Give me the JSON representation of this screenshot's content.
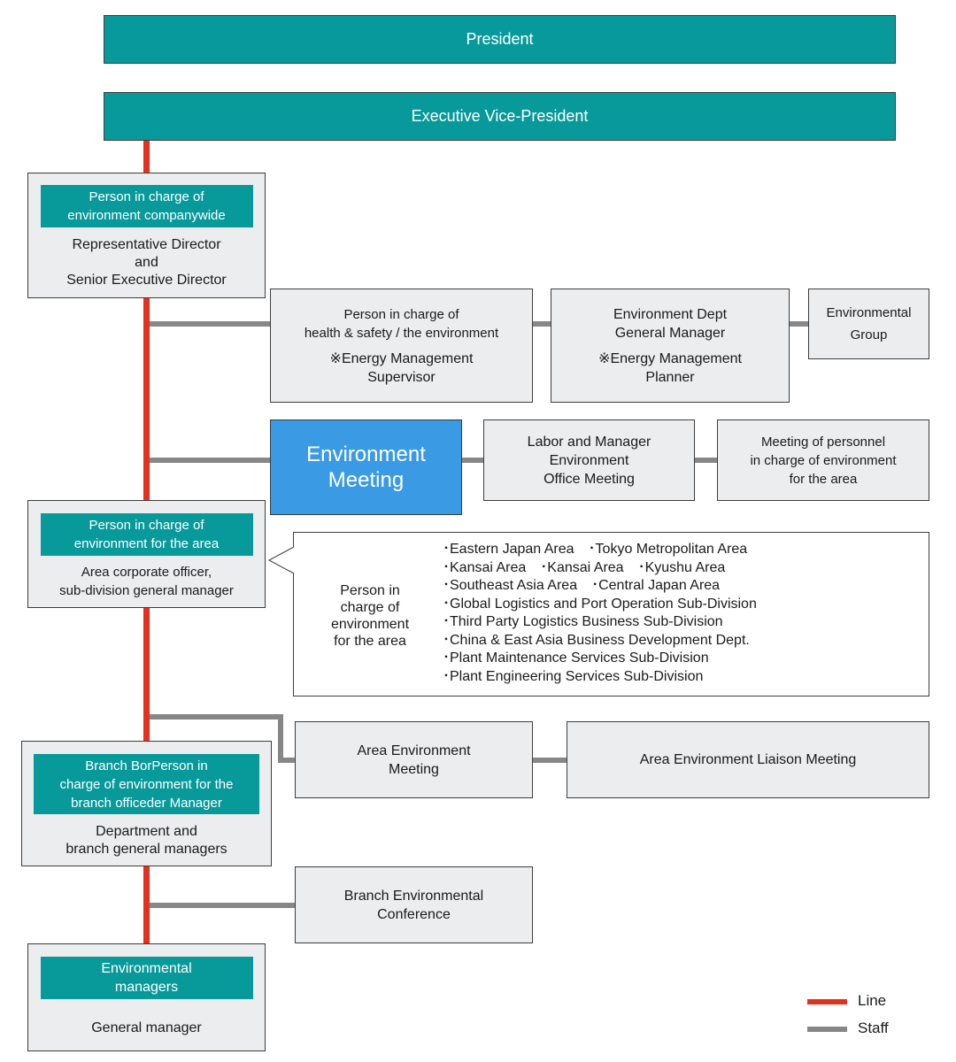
{
  "president": "President",
  "executive_vp": "Executive Vice-President",
  "companywide": {
    "label": "Person in charge of\nenvironment companywide",
    "title": "Representative Director\nand\nSenior Executive Director"
  },
  "health_safety": {
    "title": "Person in charge of\nhealth & safety / the environment",
    "sub": "※Energy Management\nSupervisor"
  },
  "env_dept": {
    "title": "Environment Dept\nGeneral Manager",
    "sub": "※Energy Management\nPlanner"
  },
  "env_group": "Environmental\nGroup",
  "env_meeting": "Environment\nMeeting",
  "labor_meeting": "Labor and Manager\nEnvironment\nOffice Meeting",
  "personnel_meeting": "Meeting of personnel\nin charge of environment\nfor the area",
  "area": {
    "label": "Person in charge of\nenvironment for the area",
    "title": "Area corporate officer,\nsub-division general manager"
  },
  "area_callout": {
    "heading": "Person in\ncharge of\nenvironment\nfor the area",
    "items": [
      "･Eastern Japan Area　･Tokyo Metropolitan Area",
      "･Kansai Area　･Kansai Area　･Kyushu Area",
      "･Southeast Asia Area　･Central Japan Area",
      "･Global Logistics and Port Operation Sub-Division",
      "･Third Party Logistics Business Sub-Division",
      "･China & East Asia Business Development Dept.",
      "･Plant Maintenance Services Sub-Division",
      "･Plant Engineering Services Sub-Division"
    ]
  },
  "area_env_meeting": "Area Environment\nMeeting",
  "area_liaison": "Area Environment Liaison Meeting",
  "branch": {
    "label": "Branch BorPerson in\ncharge of environment for the\nbranch officeder Manager",
    "title": "Department and\nbranch general managers"
  },
  "branch_conference": "Branch Environmental\nConference",
  "env_managers": {
    "label": "Environmental\nmanagers",
    "title": "General manager"
  },
  "legend": {
    "line": "Line",
    "staff": "Staff"
  },
  "colors": {
    "teal": "#08999b",
    "blue": "#3a9ae3",
    "line_red": "#e2321f",
    "staff_gray": "#878787",
    "box_gray": "#ebedef"
  }
}
